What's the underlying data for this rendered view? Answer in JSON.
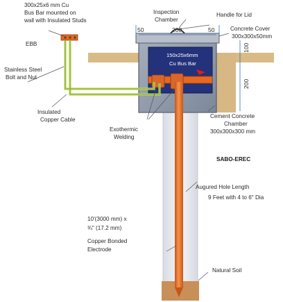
{
  "labels": {
    "bus_bar_wall_1": "300x25x6 mm Cu",
    "bus_bar_wall_2": "Bus Bar mounted on",
    "bus_bar_wall_3": "wall with Insulated Studs",
    "ebb": "EBB",
    "inspection_1": "Inspection",
    "inspection_2": "Chamber",
    "handle": "Handle  for Lid",
    "cover_1": "Concrete Cover",
    "cover_2": "300x300x50mm",
    "bolt_1": "Stainless Steel",
    "bolt_2": "Bolt and Nut",
    "inner_bar_1": "150x25x6mm",
    "inner_bar_2": "Cu Bus Bar",
    "cable_1": "Insulated",
    "cable_2": "Copper Cable",
    "welding_1": "Exothermic",
    "welding_2": "Welding",
    "chamber_1": "Cement Concrete",
    "chamber_2": "Chamber",
    "chamber_3": "300x300x300 mm",
    "brand": "SABO-EREC",
    "hole_1": "Augured Hole Length",
    "hole_2": "9 Feet with 4 to 6\" Dia",
    "electrode_1": "10'(3000 mm) x",
    "electrode_2": "¾\" (17.2 mm)",
    "electrode_3": "Copper Bonded",
    "electrode_4": "Electrode",
    "soil": "Natural Soil"
  },
  "dimensions": {
    "left_gap": "50",
    "width": "200",
    "right_gap": "50",
    "cover_thickness": "100",
    "chamber_depth": "200"
  },
  "colors": {
    "chamber_box": "#8b96a8",
    "bus_bar_panel": "#23327a",
    "copper": "#e8681f",
    "electrode": "#f07a2a",
    "cable": "#b9d65a",
    "earth": "#d7b783",
    "hole": "#e6e9ee",
    "soil_bottom": "#c98f58",
    "dimension_blue": "#3a6fb0"
  }
}
